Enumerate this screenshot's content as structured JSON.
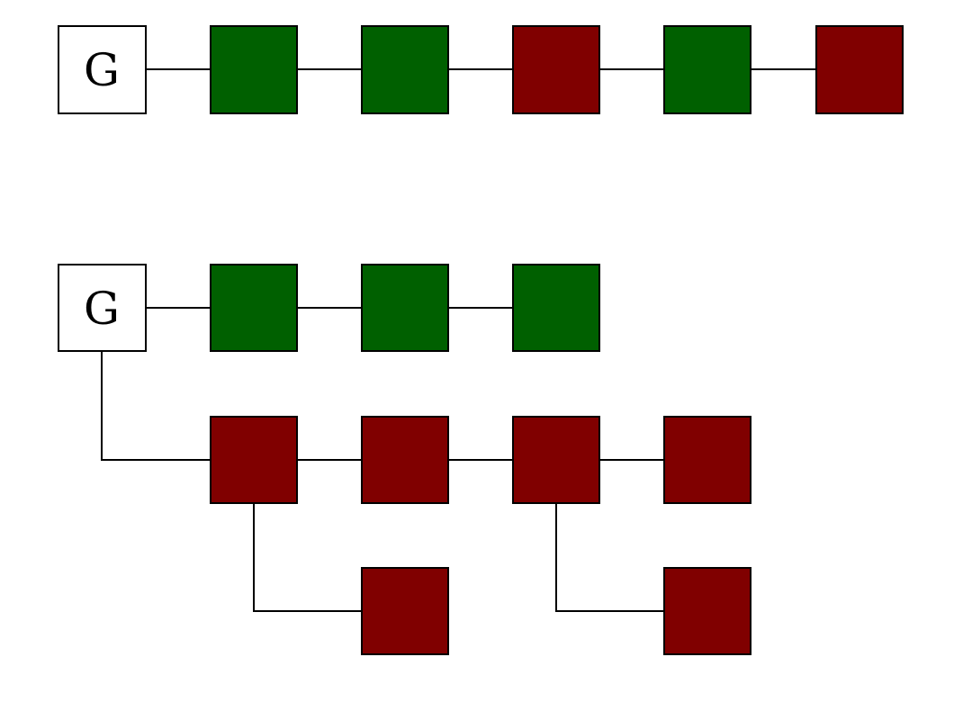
{
  "colors": {
    "genesis_fill": "#ffffff",
    "green": "#006000",
    "red": "#800000",
    "stroke": "#000000",
    "edge": "#000000"
  },
  "chain_a": {
    "genesis_label": "G",
    "blocks": [
      "green",
      "green",
      "red",
      "green",
      "red"
    ]
  },
  "chain_b": {
    "genesis_label": "G",
    "green_blocks": [
      "green",
      "green",
      "green"
    ],
    "red_blocks": [
      "red",
      "red",
      "red",
      "red"
    ],
    "red_forks": [
      "red",
      "red"
    ]
  }
}
